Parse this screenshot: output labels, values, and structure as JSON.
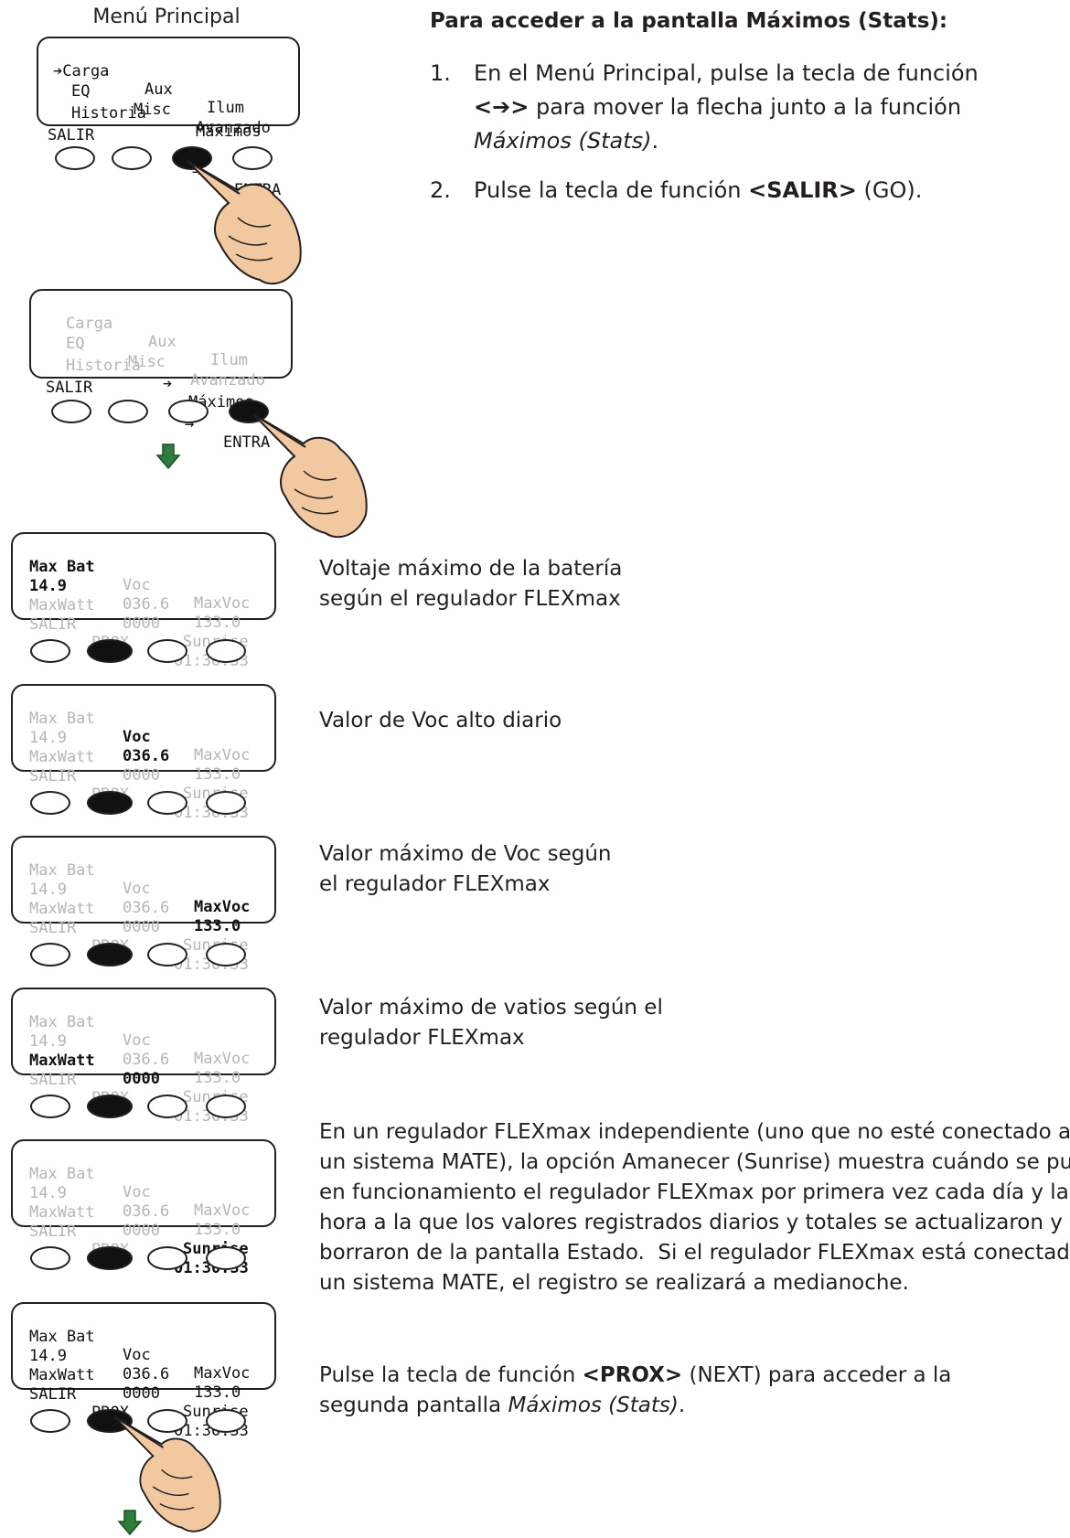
{
  "main_menu": {
    "title": "Menú Principal",
    "rows": [
      [
        "➔Carga",
        "Aux",
        "Ilum"
      ],
      [
        "EQ",
        "Misc",
        "Avanzado"
      ],
      [
        "Historia",
        "Máximos"
      ],
      [
        "SALIR",
        "←",
        "→",
        "ENTRA"
      ]
    ],
    "second_screen_rows": [
      [
        "Carga",
        "Aux",
        "Ilum"
      ],
      [
        "EQ",
        "Misc",
        "Avanzado"
      ],
      [
        "Historia",
        "➔",
        "Máximos"
      ],
      [
        "SALIR",
        "←",
        "→",
        "ENTRA"
      ]
    ]
  },
  "instructions": {
    "heading": "Para acceder a la pantalla Máximos (Stats):",
    "step1_num": "1.",
    "step1_text_a": "En el Menú Principal, pulse la tecla de función ",
    "step1_key": "<➔>",
    "step1_text_b": " para mover la flecha junto a la función ",
    "step1_italic": "Máximos (Stats)",
    "step1_end": ".",
    "step2_num": "2.",
    "step2_text_a": "Pulse la tecla de función ",
    "step2_key": "<SALIR>",
    "step2_text_b": " (GO)."
  },
  "stats_screen": {
    "r1": [
      "Max Bat",
      "Voc",
      "MaxVoc"
    ],
    "r2": [
      "14.9",
      "036.6",
      "133.0"
    ],
    "r3": [
      "MaxWatt",
      "0000",
      "Sunrise"
    ],
    "r4": [
      "SALIR",
      "PROX",
      "01:30:33"
    ]
  },
  "descriptions": {
    "d1": "Voltaje máximo de la batería\nsegún el regulador FLEXmax",
    "d2": "Valor de Voc alto diario",
    "d3": "Valor máximo de Voc según\nel regulador FLEXmax",
    "d4": "Valor máximo de vatios según el\nregulador FLEXmax",
    "d5": "En un regulador FLEXmax independiente (uno que no esté conectado a\nun sistema MATE), la opción Amanecer (Sunrise) muestra cuándo se puso\nen funcionamiento el regulador FLEXmax por primera vez cada día y la\nhora a la que los valores registrados diarios y totales se actualizaron y se\nborraron de la pantalla Estado.  Si el regulador FLEXmax está conectado a\nun sistema MATE, el registro se realizará a medianoche.",
    "d6_a": "Pulse la tecla de función ",
    "d6_key": "<PROX>",
    "d6_b": " (NEXT) para acceder a la",
    "d6_c": "segunda pantalla ",
    "d6_italic": "Máximos (Stats)",
    "d6_end": "."
  },
  "colors": {
    "highlight": "#111111",
    "dim": "#b5b5b5",
    "arrow": "#2e7d3b",
    "hand": "#f2c8a0"
  }
}
